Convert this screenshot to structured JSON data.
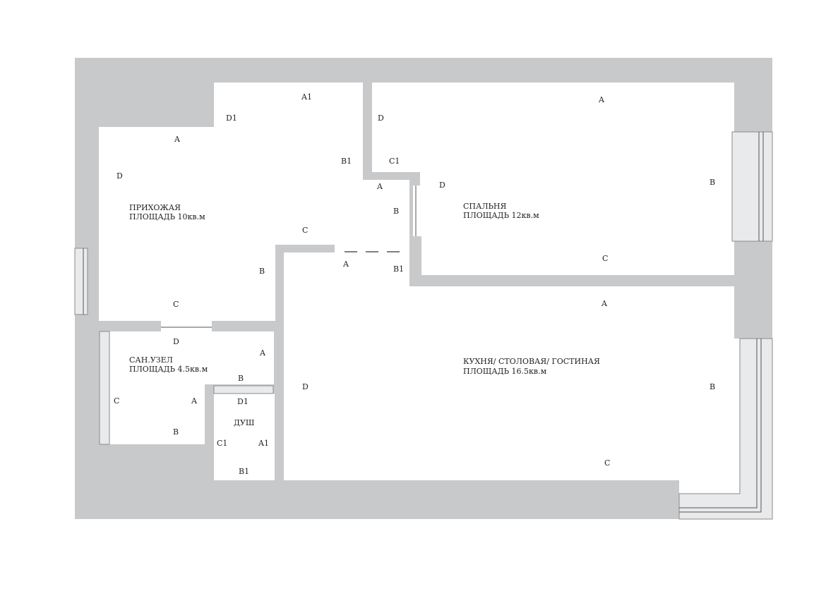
{
  "rooms": [
    {
      "id": "hallway",
      "name": "ПРИХОЖАЯ",
      "area": "ПЛОЩАДЬ 10кв.м"
    },
    {
      "id": "bedroom",
      "name": "СПАЛЬНЯ",
      "area": "ПЛОЩАДЬ 12кв.м"
    },
    {
      "id": "bathroom",
      "name": "САН.УЗЕЛ",
      "area": "ПЛОЩАДЬ 4.5кв.м"
    },
    {
      "id": "shower",
      "name": "ДУШ",
      "area": ""
    },
    {
      "id": "kitchen",
      "name": "КУХНЯ/ СТОЛОВАЯ/ ГОСТИНАЯ",
      "area": "ПЛОЩАДЬ  16.5кв.м"
    }
  ],
  "wall_labels": {
    "hallway": [
      "A1",
      "D1",
      "A",
      "D",
      "B1",
      "C",
      "B",
      "C"
    ],
    "bedroom": [
      "D",
      "A",
      "C1",
      "A",
      "D",
      "B",
      "B",
      "C",
      "B1"
    ],
    "passage": [
      "A"
    ],
    "kitchen": [
      "A",
      "D",
      "B",
      "C"
    ],
    "bathroom": [
      "D",
      "A",
      "B",
      "C",
      "A",
      "B"
    ],
    "shower": [
      "D1",
      "C1",
      "A1",
      "B1"
    ]
  },
  "colors": {
    "wall": "#c8c9cb",
    "floor": "#ffffff",
    "text": "#222222"
  }
}
